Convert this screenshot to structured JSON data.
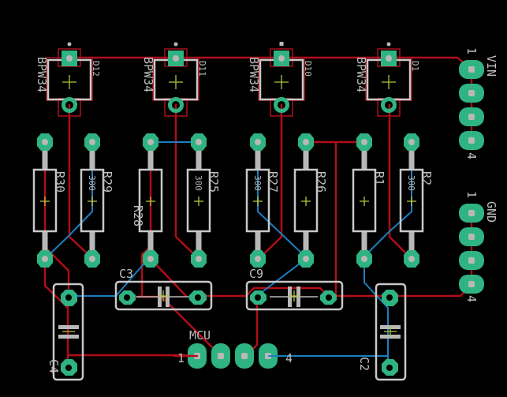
{
  "app": {
    "title": "PCB Board Layout"
  },
  "colors": {
    "background": "#000000",
    "bottom_copper": "#b30d16",
    "top_copper": "#1c7ec0",
    "pad": "#2fb383",
    "silkscreen": "#bdbdbd",
    "origin_cross": "#b6c23a"
  },
  "components": {
    "photodiodes": [
      {
        "name": "D12",
        "value": "BPW34"
      },
      {
        "name": "D11",
        "value": "BPW34"
      },
      {
        "name": "D10",
        "value": "BPW34"
      },
      {
        "name": "D1",
        "value": "BPW34"
      }
    ],
    "resistors": [
      {
        "name": "R30",
        "value": ""
      },
      {
        "name": "R29",
        "value": "300"
      },
      {
        "name": "R28",
        "value": ""
      },
      {
        "name": "R25",
        "value": "300"
      },
      {
        "name": "R27",
        "value": "300"
      },
      {
        "name": "R26",
        "value": ""
      },
      {
        "name": "R1",
        "value": ""
      },
      {
        "name": "R2",
        "value": "300"
      }
    ],
    "capacitors": [
      {
        "name": "C3"
      },
      {
        "name": "C9"
      },
      {
        "name": "C4"
      },
      {
        "name": "C2"
      }
    ],
    "headers": {
      "vin": {
        "name": "VIN",
        "pin_first": "1",
        "pin_last": "4"
      },
      "gnd": {
        "name": "GND",
        "pin_first": "1",
        "pin_last": "4"
      },
      "mcu": {
        "name": "MCU",
        "pin_first": "1",
        "pin_last": "4"
      }
    }
  }
}
